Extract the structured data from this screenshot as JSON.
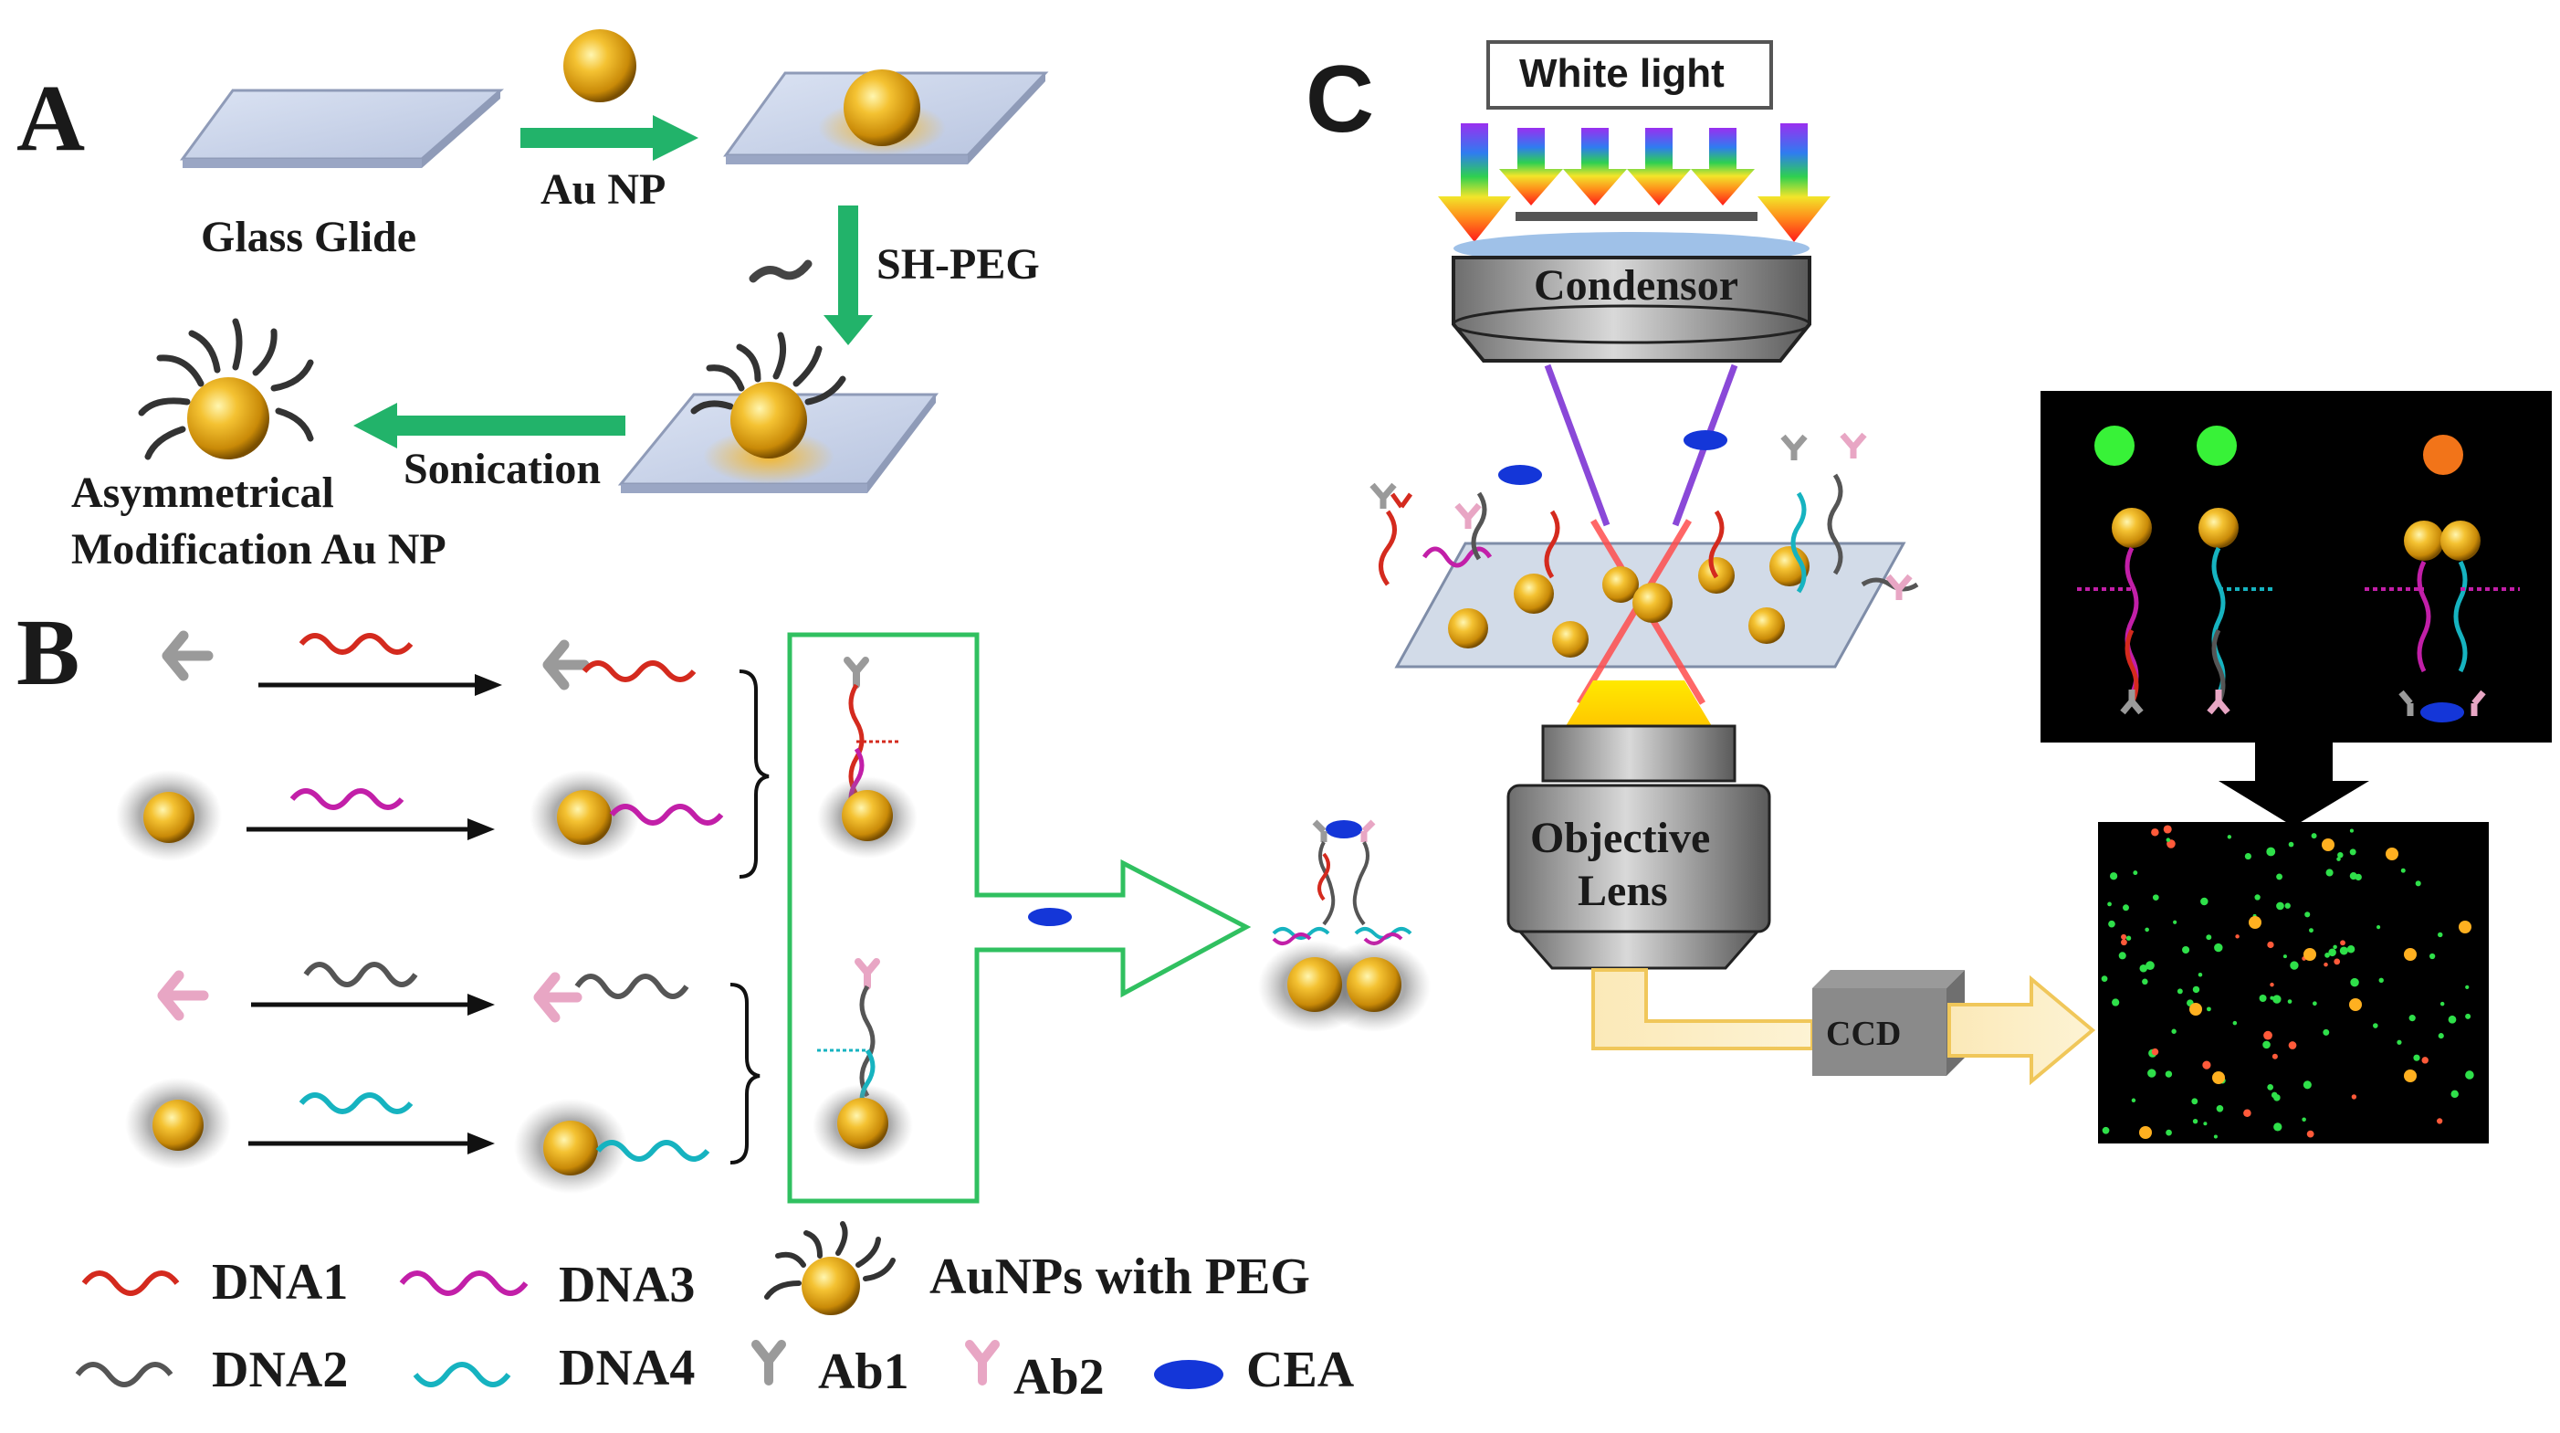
{
  "panels": {
    "a": "A",
    "b": "B",
    "c": "C"
  },
  "panel_a": {
    "glass_slide": "Glass Glide",
    "au_np": "Au NP",
    "sh_peg": "SH-PEG",
    "sonication": "Sonication",
    "result_line1": "Asymmetrical",
    "result_line2": "Modification Au NP"
  },
  "panel_c": {
    "white_light": "White light",
    "condensor": "Condensor",
    "objective_line1": "Objective",
    "objective_line2": "Lens",
    "ccd": "CCD"
  },
  "legend": [
    {
      "label": "DNA1",
      "color": "#d42a1e",
      "icon": "dna-strand-icon"
    },
    {
      "label": "DNA3",
      "color": "#c21fa8",
      "icon": "dna-strand-icon"
    },
    {
      "label": "AuNPs with PEG",
      "icon": "gold-nanoparticle-icon"
    },
    {
      "label": "DNA2",
      "color": "#555555",
      "icon": "dna-strand-icon"
    },
    {
      "label": "DNA4",
      "color": "#16b3c0",
      "icon": "dna-strand-icon"
    },
    {
      "label": "Ab1",
      "color": "#9a9a9a",
      "icon": "antibody-icon"
    },
    {
      "label": "Ab2",
      "color": "#e8a6c4",
      "icon": "antibody-icon"
    },
    {
      "label": "CEA",
      "color": "#1436d8",
      "icon": "cea-ellipse-icon"
    }
  ],
  "colors": {
    "arrow_green": "#22b36a",
    "gold": "#e7a81a",
    "glass": "#c8d2e8",
    "frame_green": "#30c060"
  }
}
